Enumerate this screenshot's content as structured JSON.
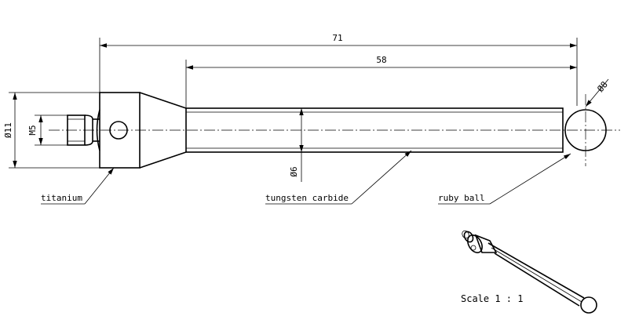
{
  "dimensions": {
    "overall_length": "71",
    "stem_length": "58",
    "ball_diameter": "Ø8",
    "body_diameter": "Ø11",
    "thread": "M5",
    "stem_diameter": "Ø6"
  },
  "labels": {
    "body_material": "titanium",
    "stem_material": "tungsten carbide",
    "ball_material": "ruby ball"
  },
  "scale": "Scale 1 : 1"
}
